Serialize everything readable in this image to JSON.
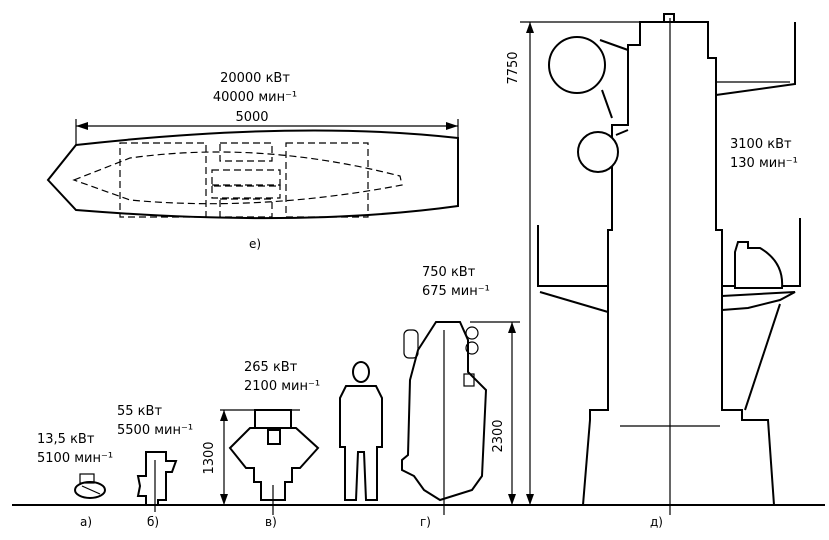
{
  "engines": {
    "a": {
      "letter": "а)",
      "power": "13,5 кВт",
      "speed": "5100 мин⁻¹"
    },
    "b": {
      "letter": "б)",
      "power": "55 кВт",
      "speed": "5500 мин⁻¹"
    },
    "v": {
      "letter": "в)",
      "power": "265 кВт",
      "speed": "2100 мин⁻¹",
      "height": "1300"
    },
    "g": {
      "letter": "г)",
      "power": "750 кВт",
      "speed": "675 мин⁻¹",
      "height": "2300"
    },
    "d": {
      "letter": "д)",
      "power": "3100 кВт",
      "speed": "130 мин⁻¹",
      "height": "7750"
    },
    "e": {
      "letter": "е)",
      "power": "20000 кВт",
      "speed": "40000 мин⁻¹",
      "length": "5000"
    }
  },
  "colors": {
    "ink": "#000000",
    "paper": "#ffffff"
  }
}
